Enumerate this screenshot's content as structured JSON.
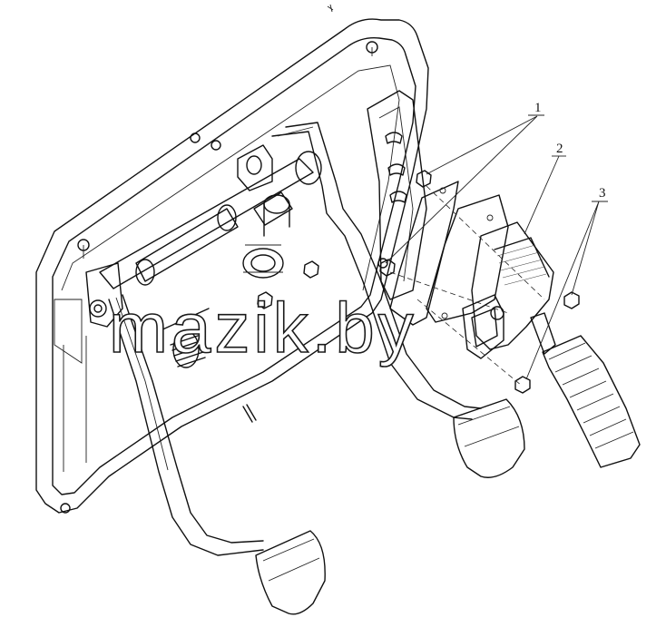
{
  "callouts": [
    {
      "id": "1",
      "text": "1"
    },
    {
      "id": "2",
      "text": "2"
    },
    {
      "id": "3",
      "text": "3"
    }
  ],
  "watermark": "mazik.by"
}
